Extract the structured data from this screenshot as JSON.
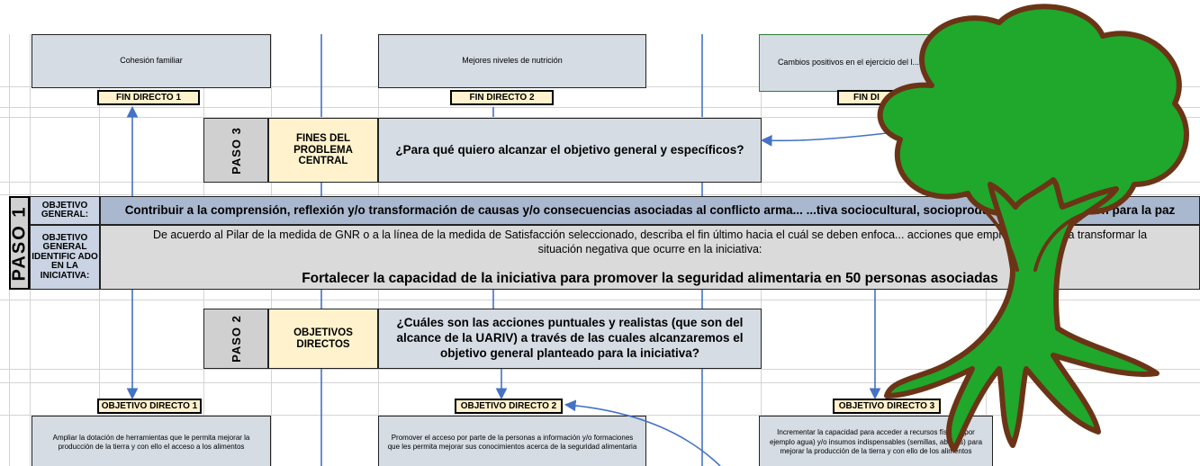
{
  "fines": {
    "boxes": [
      {
        "text": "Cohesión familiar"
      },
      {
        "text": "Mejores niveles de nutrición"
      },
      {
        "text": "Cambios positivos en el ejercicio del l... organización..."
      }
    ],
    "tags": [
      "FIN DIRECTO 1",
      "FIN DIRECTO 2",
      "FIN DI"
    ]
  },
  "paso3": {
    "step_label": "PASO 3",
    "title": "FINES DEL PROBLEMA CENTRAL",
    "question": "¿Para qué quiero alcanzar el objetivo general y específicos?"
  },
  "paso1": {
    "step_label": "PASO 1",
    "general_label": "OBJETIVO GENERAL:",
    "general_text": "Contribuir a la comprensión, reflexión y/o transformación de causas y/o consecuencias asociadas al conflicto arma... ...tiva sociocultural, socioproductiva o en educación para la paz",
    "identified_label": "OBJETIVO GENERAL IDENTIFIC ADO EN LA INICIATIVA:",
    "identified_desc": "De acuerdo al Pilar de la medida de GNR o a la línea de la medida de Satisfacción seleccionado, describa el fin último hacia el cuál se deben enfoca... acciones que emprendamos para transformar la situación negativa que ocurre en la iniciativa:",
    "identified_main": "Fortalecer la capacidad de la iniciativa para promover la seguridad alimentaria en 50 personas asociadas"
  },
  "paso2": {
    "step_label": "PASO 2",
    "title": "OBJETIVOS DIRECTOS",
    "question": "¿Cuáles son las acciones puntuales y realistas (que son del alcance de la UARIV) a través de las cuales alcanzaremos el objetivo general planteado para la iniciativa?"
  },
  "objetivos": {
    "tags": [
      "OBJETIVO DIRECTO 1",
      "OBJETIVO DIRECTO 2",
      "OBJETIVO DIRECTO 3"
    ],
    "boxes": [
      {
        "text": "Ampliar la dotación de herramientas que le permita mejorar la producción de la tierra y con ello el acceso a los alimentos"
      },
      {
        "text": "Promover el acceso por parte de la personas a información y/o formaciones que les permita mejorar sus conocimientos acerca de la seguridad alimentaria"
      },
      {
        "text": "Incrementar la capacidad para acceder a recursos físicos (por ejemplo agua) y/o insumos indispensables (semillas, abonos) para mejorar la producción de la tierra y con ello de los alimentos"
      }
    ]
  },
  "colors": {
    "tree_green": "#1fa82c",
    "tree_outline": "#6b3416",
    "arrow_blue": "#4472c4"
  },
  "icons": [
    "tree-icon"
  ]
}
